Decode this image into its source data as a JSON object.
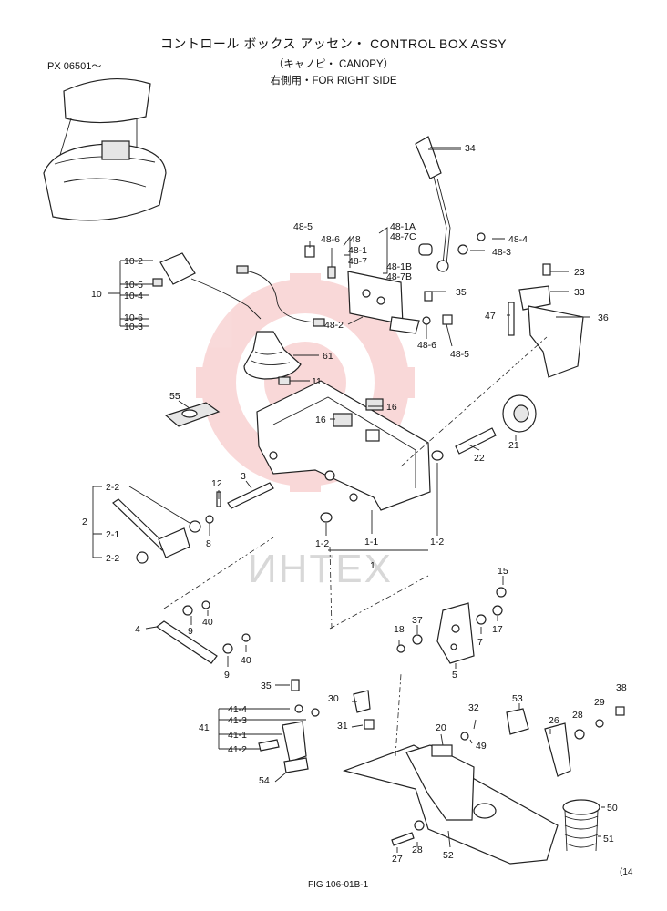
{
  "header": {
    "title": "コントロール ボックス アッセン・ CONTROL BOX ASSY",
    "subtitle": "（キャノピ・ CANOPY）",
    "side": "右側用・FOR RIGHT SIDE",
    "serial": "PX 06501～"
  },
  "footer": {
    "figure_no": "FIG 106-01B-1",
    "page_cut": "(14"
  },
  "watermark": "ИНТЕХ",
  "labels": {
    "l34": "34",
    "l48_5a": "48-5",
    "l48_6a": "48-6",
    "l48": "48",
    "l48_1": "48-1",
    "l48_7": "48-7",
    "l48_1a": "48-1A",
    "l48_7c": "48-7C",
    "l48_1b": "48-1B",
    "l48_7b": "48-7B",
    "l48_4": "48-4",
    "l48_3": "48-3",
    "l23": "23",
    "l33": "33",
    "l35a": "35",
    "l47": "47",
    "l36": "36",
    "l48_2": "48-2",
    "l48_6b": "48-6",
    "l48_5b": "48-5",
    "l10": "10",
    "l10_2": "10-2",
    "l10_5": "10-5",
    "l10_4": "10-4",
    "l10_6": "10-6",
    "l10_3": "10-3",
    "l61": "61",
    "l11": "11",
    "l55": "55",
    "l16a": "16",
    "l16b": "16",
    "l21": "21",
    "l22": "22",
    "l12": "12",
    "l3": "3",
    "l2": "2",
    "l2_2a": "2-2",
    "l2_1": "2-1",
    "l2_2b": "2-2",
    "l8": "8",
    "l1_2a": "1-2",
    "l1_1": "1-1",
    "l1_2b": "1-2",
    "l1": "1",
    "l15": "15",
    "l4": "4",
    "l9a": "9",
    "l40a": "40",
    "l9b": "9",
    "l40b": "40",
    "l18": "18",
    "l37": "37",
    "l7": "7",
    "l17": "17",
    "l5": "5",
    "l35b": "35",
    "l30": "30",
    "l53": "53",
    "l32": "32",
    "l28a": "28",
    "l29": "29",
    "l38": "38",
    "l41": "41",
    "l41_4": "41-4",
    "l41_3": "41-3",
    "l41_1": "41-1",
    "l41_2": "41-2",
    "l31": "31",
    "l20": "20",
    "l49": "49",
    "l26": "26",
    "l54": "54",
    "l50": "50",
    "l51": "51",
    "l27": "27",
    "l28b": "28",
    "l52": "52"
  }
}
